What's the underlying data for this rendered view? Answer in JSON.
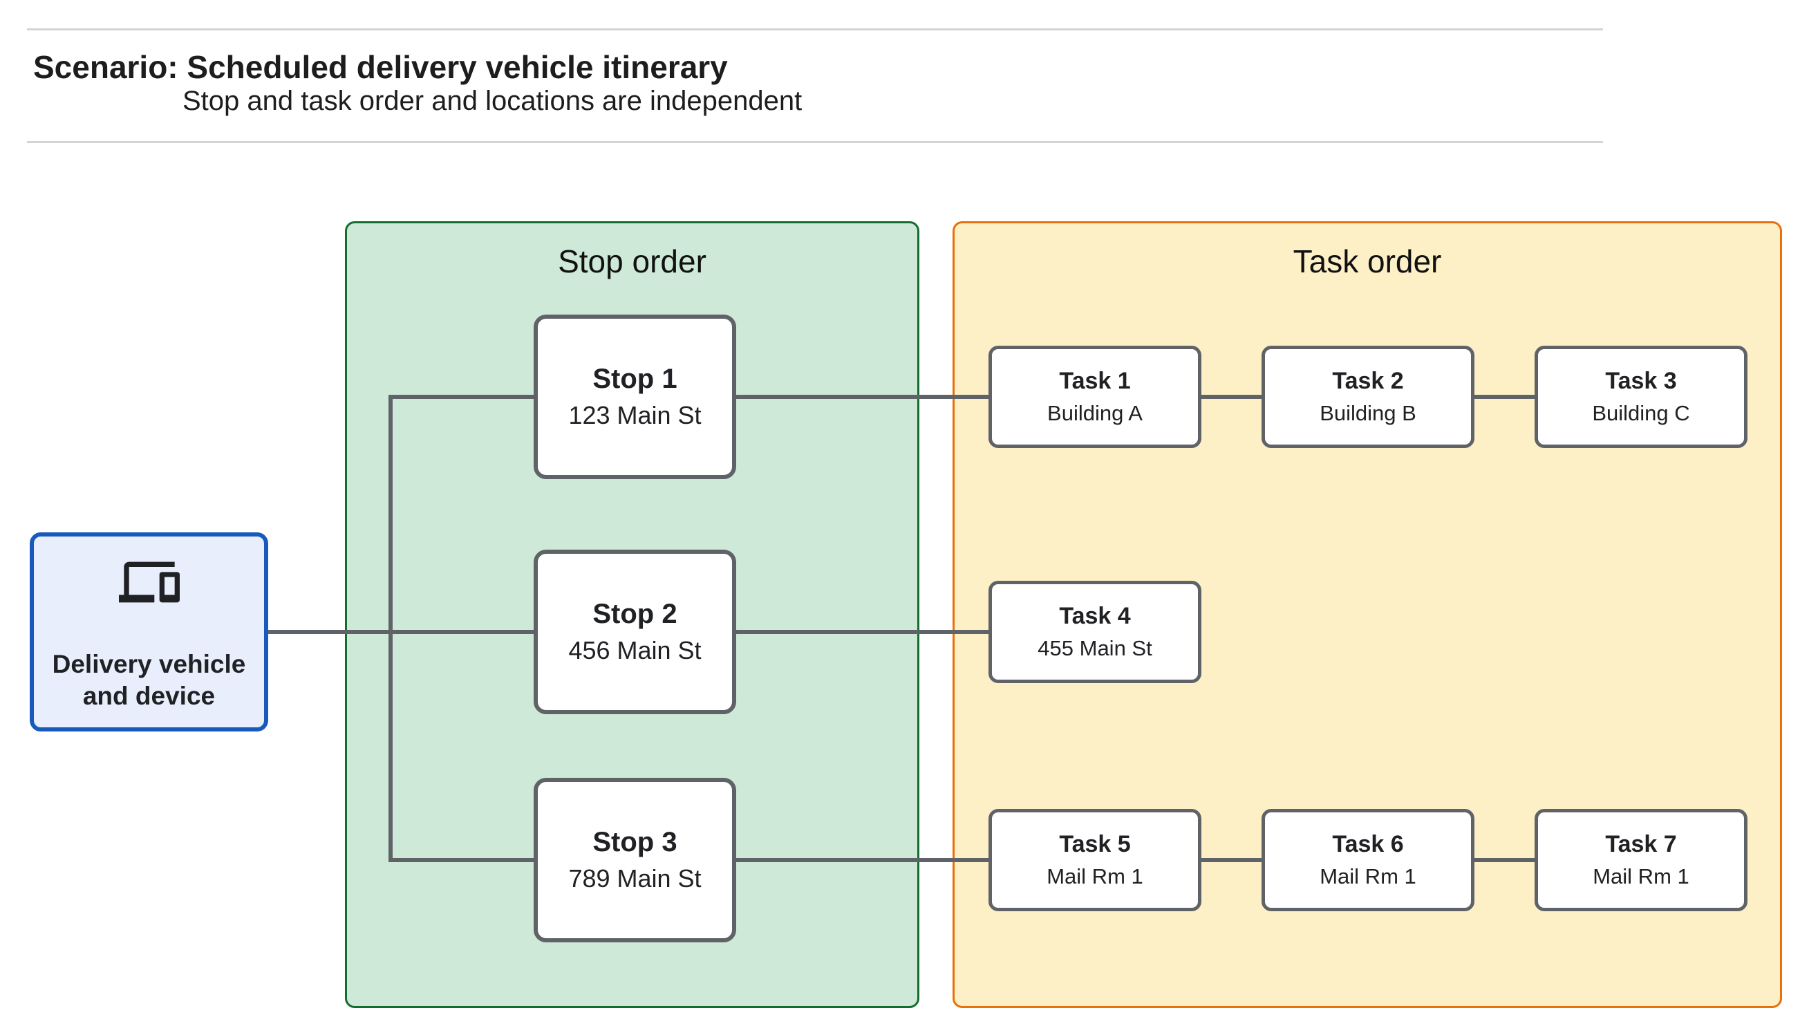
{
  "page": {
    "title": "Scenario: Scheduled delivery vehicle itinerary",
    "subtitle": "Stop and task order and locations are independent"
  },
  "vehicle": {
    "label": "Delivery vehicle and device",
    "icon": "devices-icon"
  },
  "stop_group": {
    "title": "Stop order",
    "stops": [
      {
        "name": "Stop 1",
        "location": "123 Main St"
      },
      {
        "name": "Stop 2",
        "location": "456 Main St"
      },
      {
        "name": "Stop 3",
        "location": "789 Main St"
      }
    ]
  },
  "task_group": {
    "title": "Task order",
    "tasks": [
      {
        "name": "Task 1",
        "location": "Building A"
      },
      {
        "name": "Task 2",
        "location": "Building B"
      },
      {
        "name": "Task 3",
        "location": "Building C"
      },
      {
        "name": "Task 4",
        "location": "455 Main St"
      },
      {
        "name": "Task 5",
        "location": "Mail Rm 1"
      },
      {
        "name": "Task 6",
        "location": "Mail Rm 1"
      },
      {
        "name": "Task 7",
        "location": "Mail Rm 1"
      }
    ]
  },
  "colors": {
    "vehicle_fill": "#e8eefb",
    "vehicle_border": "#185abc",
    "stop_panel_fill": "#cee9d7",
    "stop_panel_border": "#146c2e",
    "task_panel_fill": "#fdf0c6",
    "task_panel_border": "#e8710a",
    "node_border": "#5f6368",
    "connector": "#5f6368",
    "text": "#202124"
  }
}
